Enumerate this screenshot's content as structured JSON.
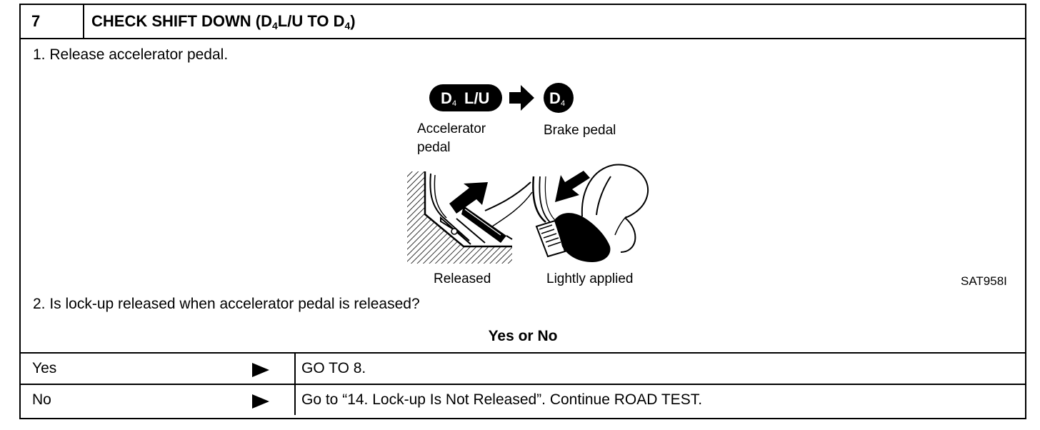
{
  "header": {
    "number": "7",
    "title_pre": "CHECK SHIFT DOWN (D",
    "title_sub1": "4",
    "title_mid": "L/U TO D",
    "title_sub2": "4",
    "title_post": ")"
  },
  "steps": {
    "step1": "1.  Release accelerator pedal.",
    "step2": "2.  Is lock-up released when accelerator pedal is released?"
  },
  "figure": {
    "badge_left_main": "D",
    "badge_left_sub": "4",
    "badge_left_lu": "L/U",
    "badge_right_main": "D",
    "badge_right_sub": "4",
    "accel_line1": "Accelerator",
    "accel_line2": "pedal",
    "brake_label": "Brake  pedal",
    "released_label": "Released",
    "applied_label": "Lightly  applied",
    "code": "SAT958I"
  },
  "question_title": "Yes or No",
  "answers": [
    {
      "label": "Yes",
      "result": "GO TO 8."
    },
    {
      "label": "No",
      "result": "Go to “14. Lock-up Is Not Released”. Continue ROAD TEST."
    }
  ]
}
